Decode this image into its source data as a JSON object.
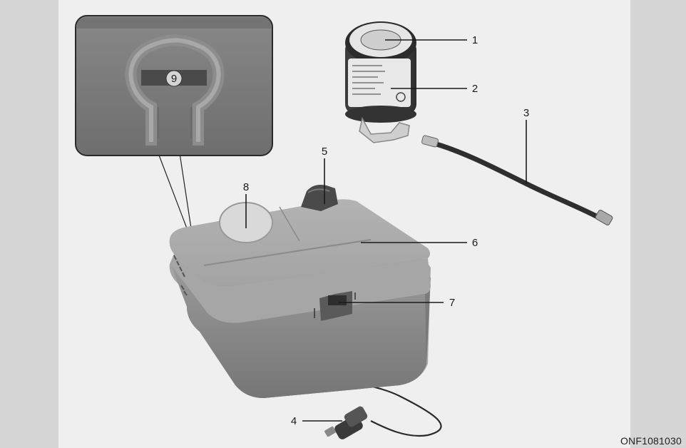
{
  "figure": {
    "code": "ONF1081030",
    "callouts": {
      "c1": "1",
      "c2": "2",
      "c3": "3",
      "c4": "4",
      "c5": "5",
      "c6": "6",
      "c7": "7",
      "c8": "8",
      "c9": "9"
    }
  },
  "colors": {
    "outer_background": "#d6d6d6",
    "panel_background": "#efefef",
    "compressor_body": "#8f8f8f",
    "inset_background": "#7c7c7c"
  }
}
